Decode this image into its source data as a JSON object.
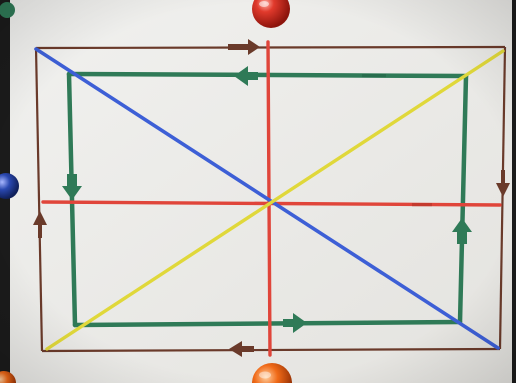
{
  "scene": {
    "board_color": "#ecebe8",
    "frame_color": "#1b1b1b",
    "pins": [
      {
        "name": "red-pin",
        "color": "#c8261a"
      },
      {
        "name": "blue-pin",
        "color": "#1f3c8c"
      },
      {
        "name": "orange-pin",
        "color": "#e05a10"
      }
    ],
    "lines": [
      {
        "name": "outer-rectangle",
        "color": "#6a3a2a"
      },
      {
        "name": "inner-rectangle",
        "color": "#2f7a57"
      },
      {
        "name": "vertical-axis",
        "color": "#e0453a"
      },
      {
        "name": "horizontal-axis",
        "color": "#e0453a"
      },
      {
        "name": "blue-diagonal",
        "color": "#3d5fd6"
      },
      {
        "name": "yellow-diagonal",
        "color": "#e0d83a"
      }
    ]
  }
}
